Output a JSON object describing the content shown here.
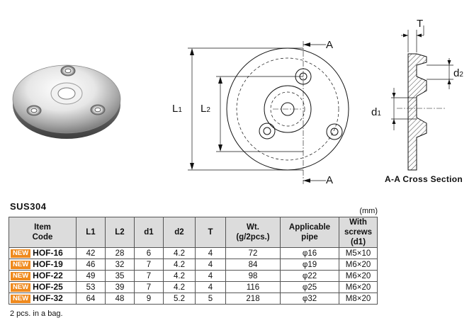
{
  "drawing": {
    "label_A": "A",
    "label_T": "T",
    "label_d": "d",
    "label_L": "L",
    "sub_1": "1",
    "sub_2": "2",
    "cross_section_caption": "A-A Cross Section"
  },
  "material": "SUS304",
  "unit": "(mm)",
  "table": {
    "headers": [
      "Item Code",
      "L1",
      "L2",
      "d1",
      "d2",
      "T",
      "Wt. (g/2pcs.)",
      "Applicable pipe",
      "With screws (d1)"
    ],
    "header_lines": {
      "item_code": [
        "Item",
        "Code"
      ],
      "wt": [
        "Wt.",
        "(g/2pcs.)"
      ],
      "pipe": [
        "Applicable",
        "pipe"
      ],
      "screws": [
        "With screws",
        "(d1)"
      ]
    },
    "rows": [
      {
        "badge": "NEW",
        "code": "HOF-16",
        "L1": "42",
        "L2": "28",
        "d1": "6",
        "d2": "4.2",
        "T": "4",
        "wt": "72",
        "pipe": "φ16",
        "screws": "M5×10"
      },
      {
        "badge": "NEW",
        "code": "HOF-19",
        "L1": "46",
        "L2": "32",
        "d1": "7",
        "d2": "4.2",
        "T": "4",
        "wt": "84",
        "pipe": "φ19",
        "screws": "M6×20"
      },
      {
        "badge": "NEW",
        "code": "HOF-22",
        "L1": "49",
        "L2": "35",
        "d1": "7",
        "d2": "4.2",
        "T": "4",
        "wt": "98",
        "pipe": "φ22",
        "screws": "M6×20"
      },
      {
        "badge": "NEW",
        "code": "HOF-25",
        "L1": "53",
        "L2": "39",
        "d1": "7",
        "d2": "4.2",
        "T": "4",
        "wt": "116",
        "pipe": "φ25",
        "screws": "M6×20"
      },
      {
        "badge": "NEW",
        "code": "HOF-32",
        "L1": "64",
        "L2": "48",
        "d1": "9",
        "d2": "5.2",
        "T": "5",
        "wt": "218",
        "pipe": "φ32",
        "screws": "M8×20"
      }
    ]
  },
  "footnote": "2 pcs. in a bag.",
  "colors": {
    "badge": "#ef8a1e",
    "header_bg": "#dcdcdc",
    "hatch": "#444444"
  }
}
